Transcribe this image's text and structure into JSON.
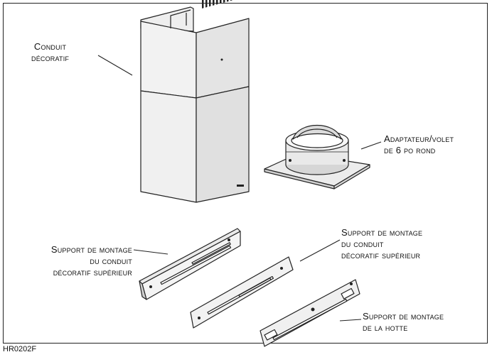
{
  "labels": {
    "decorative_duct": {
      "line1": "Conduit",
      "line2": "décoratif"
    },
    "adapter": {
      "line1": "Adaptateur/volet",
      "line2": "de 6 po rond"
    },
    "bracket_left": {
      "line1": "Support de montage",
      "line2": "du conduit",
      "line3": "décoratif supérieur"
    },
    "bracket_middle": {
      "line1": "Support de montage",
      "line2": "du conduit",
      "line3": "décoratif supérieur"
    },
    "bracket_hood": {
      "line1": "Support de montage",
      "line2": "de la hotte"
    }
  },
  "figure_code": "HR0202F",
  "colors": {
    "line": "#222222",
    "fill_light": "#f4f4f4",
    "fill_mid": "#e2e2e2",
    "fill_dark": "#c8c8c8"
  }
}
